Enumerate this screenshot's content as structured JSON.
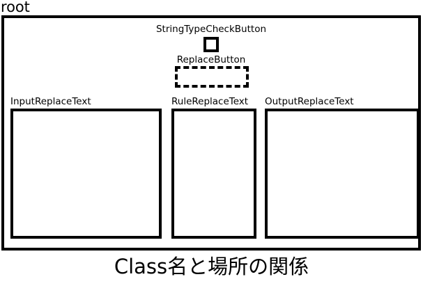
{
  "diagram": {
    "root_label": "root",
    "caption": "Class名と場所の関係",
    "widgets": {
      "string_type_check_button": {
        "label": "StringTypeCheckButton",
        "type": "checkbox",
        "checked": false
      },
      "replace_button": {
        "label": "ReplaceButton",
        "type": "button",
        "border_style": "dashed"
      },
      "input_replace_text": {
        "label": "InputReplaceText",
        "type": "textarea",
        "value": ""
      },
      "rule_replace_text": {
        "label": "RuleReplaceText",
        "type": "textarea",
        "value": ""
      },
      "output_replace_text": {
        "label": "OutputReplaceText",
        "type": "textarea",
        "value": ""
      }
    },
    "colors": {
      "stroke": "#000000",
      "background": "#ffffff"
    }
  }
}
